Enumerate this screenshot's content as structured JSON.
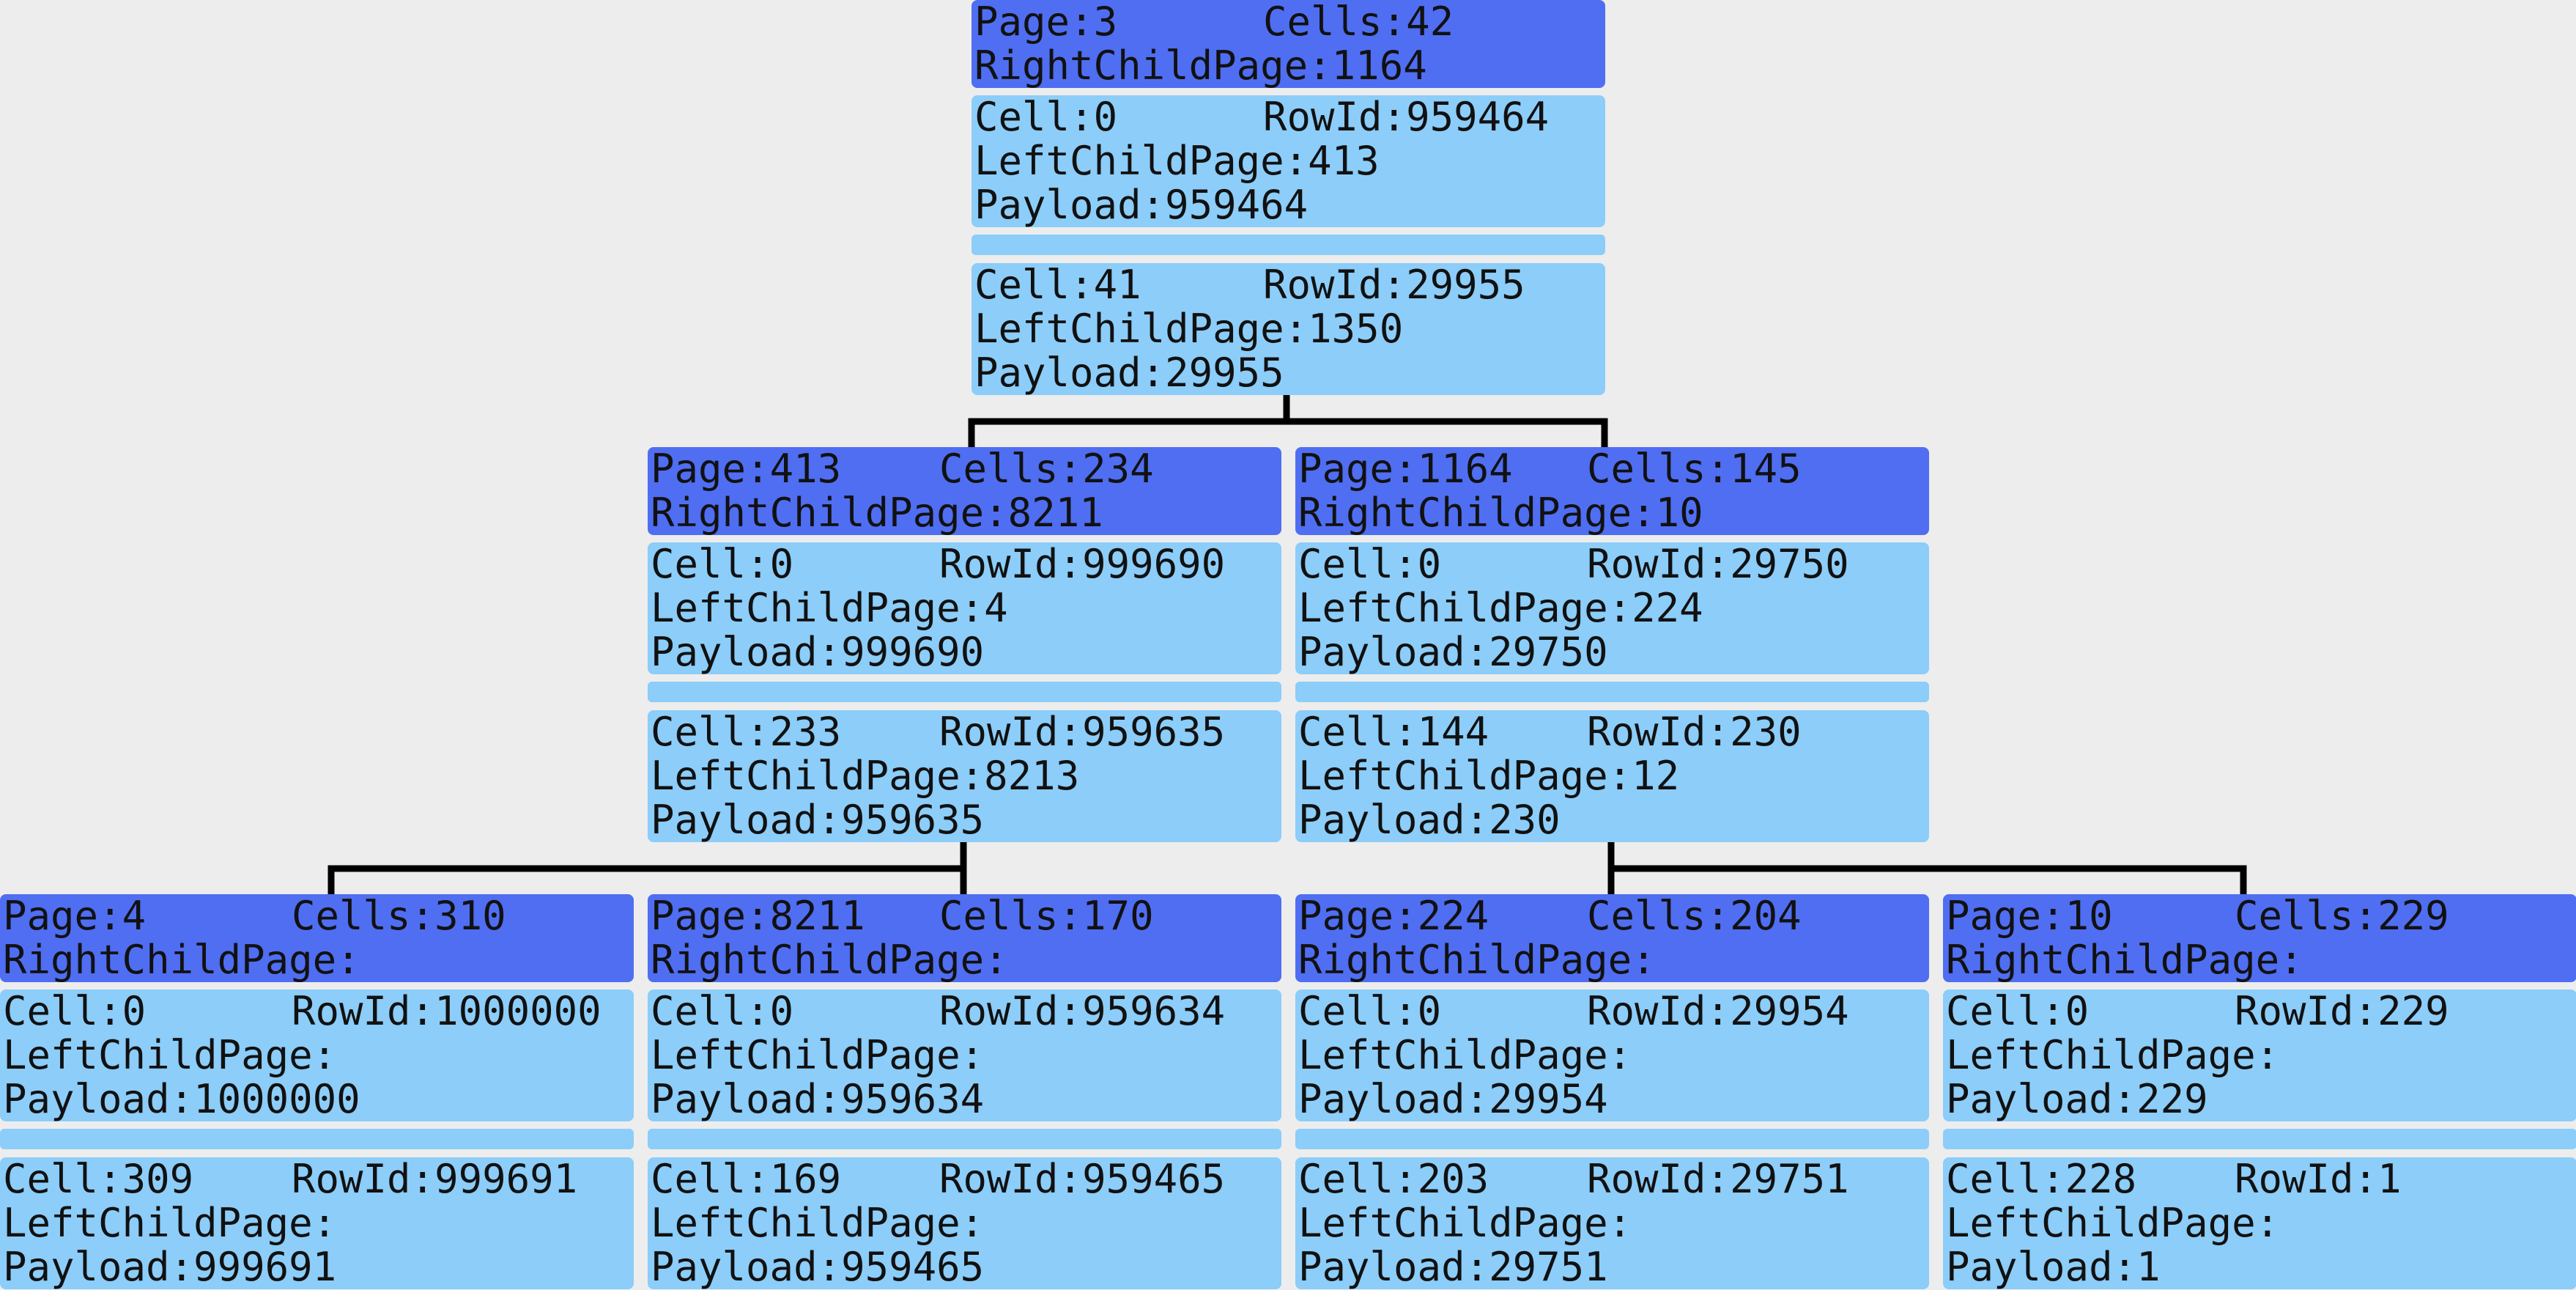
{
  "labels": {
    "page": "Page:",
    "cells": "Cells:",
    "right_child": "RightChildPage:",
    "cell": "Cell:",
    "rowid": "RowId:",
    "left_child": "LeftChildPage:",
    "payload": "Payload:"
  },
  "colors": {
    "background": "#ededed",
    "page_header": "#4f6ef2",
    "cell_box": "#8ccdf9",
    "connector": "#000000"
  },
  "nodes": [
    {
      "page": "3",
      "cells": "42",
      "right_child": "1164",
      "first": {
        "cell": "0",
        "rowid": "959464",
        "left_child": "413",
        "payload": "959464"
      },
      "last": {
        "cell": "41",
        "rowid": "29955",
        "left_child": "1350",
        "payload": "29955"
      }
    },
    {
      "page": "413",
      "cells": "234",
      "right_child": "8211",
      "first": {
        "cell": "0",
        "rowid": "999690",
        "left_child": "4",
        "payload": "999690"
      },
      "last": {
        "cell": "233",
        "rowid": "959635",
        "left_child": "8213",
        "payload": "959635"
      }
    },
    {
      "page": "1164",
      "cells": "145",
      "right_child": "10",
      "first": {
        "cell": "0",
        "rowid": "29750",
        "left_child": "224",
        "payload": "29750"
      },
      "last": {
        "cell": "144",
        "rowid": "230",
        "left_child": "12",
        "payload": "230"
      }
    },
    {
      "page": "4",
      "cells": "310",
      "right_child": "",
      "first": {
        "cell": "0",
        "rowid": "1000000",
        "left_child": "",
        "payload": "1000000"
      },
      "last": {
        "cell": "309",
        "rowid": "999691",
        "left_child": "",
        "payload": "999691"
      }
    },
    {
      "page": "8211",
      "cells": "170",
      "right_child": "",
      "first": {
        "cell": "0",
        "rowid": "959634",
        "left_child": "",
        "payload": "959634"
      },
      "last": {
        "cell": "169",
        "rowid": "959465",
        "left_child": "",
        "payload": "959465"
      }
    },
    {
      "page": "224",
      "cells": "204",
      "right_child": "",
      "first": {
        "cell": "0",
        "rowid": "29954",
        "left_child": "",
        "payload": "29954"
      },
      "last": {
        "cell": "203",
        "rowid": "29751",
        "left_child": "",
        "payload": "29751"
      }
    },
    {
      "page": "10",
      "cells": "229",
      "right_child": "",
      "first": {
        "cell": "0",
        "rowid": "229",
        "left_child": "",
        "payload": "229"
      },
      "last": {
        "cell": "228",
        "rowid": "1",
        "left_child": "",
        "payload": "1"
      }
    }
  ]
}
